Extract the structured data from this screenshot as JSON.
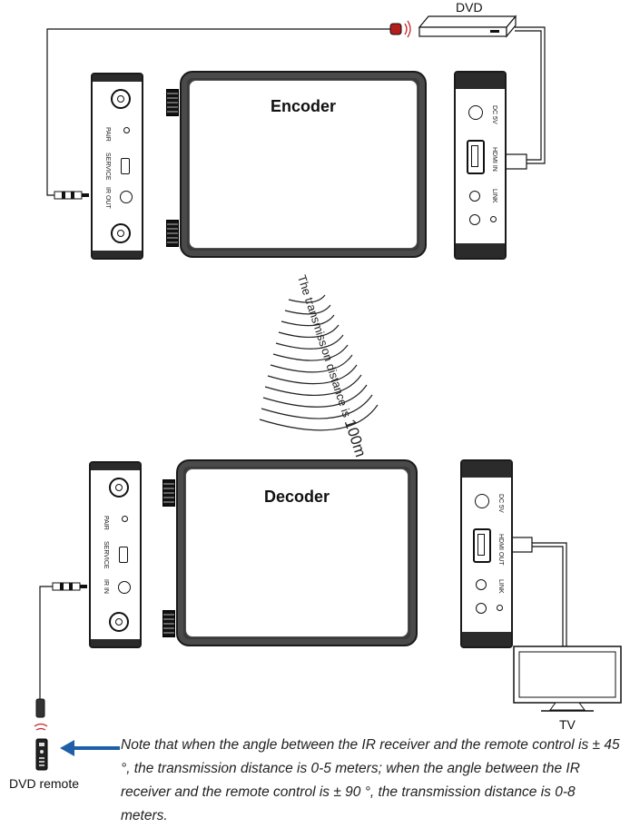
{
  "devices": {
    "encoder": {
      "title": "Encoder",
      "left_panel": [
        "PAIR",
        "SERVICE",
        "IR OUT"
      ],
      "right_panel": [
        "DC 5V",
        "HDMI IN",
        "LINK"
      ]
    },
    "decoder": {
      "title": "Decoder",
      "left_panel": [
        "PAIR",
        "SERVICE",
        "IR IN"
      ],
      "right_panel": [
        "DC 5V",
        "HDMI OUT",
        "LINK"
      ]
    }
  },
  "external": {
    "dvd_label": "DVD",
    "tv_label": "TV",
    "remote_label": "DVD remote"
  },
  "transmission": {
    "text": "The transmission distance is",
    "distance": "100m"
  },
  "note": "Note that when the angle between the IR receiver and the remote control is ± 45 °, the transmission distance is 0-5 meters; when the angle between the IR receiver and the remote control is ± 90 °, the transmission distance is 0-8 meters.",
  "colors": {
    "device_dark": "#2b2b2b",
    "arrow_blue": "#1f5fa8",
    "ir_red": "#c62828"
  },
  "icons": [
    "ir-emitter-icon",
    "ir-receiver-icon",
    "wireless-wave-icon",
    "remote-control-icon",
    "tv-icon",
    "dvd-player-icon"
  ]
}
